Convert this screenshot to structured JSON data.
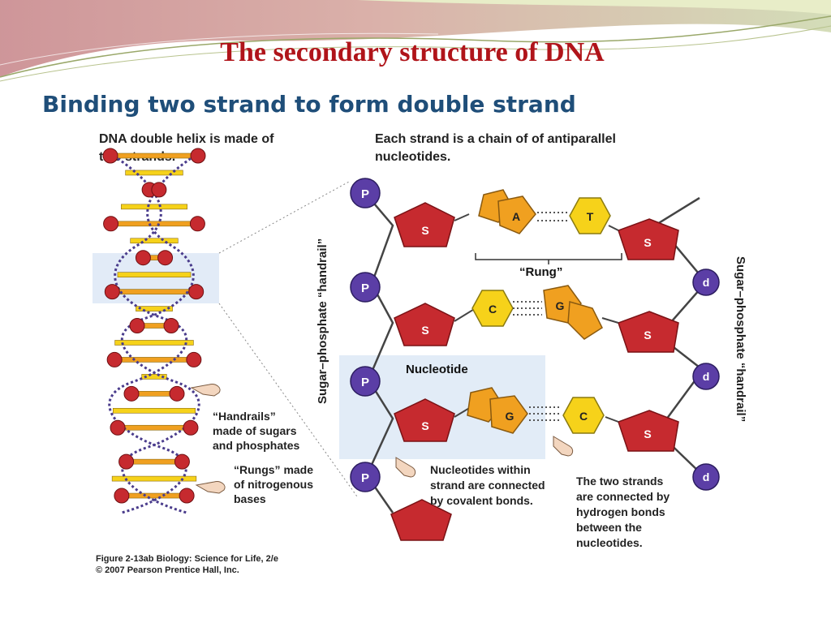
{
  "slide": {
    "title": "The secondary structure of DNA",
    "subtitle": "Binding two strand to form double strand"
  },
  "figure": {
    "left_heading": [
      "DNA double helix is made of",
      "two strands."
    ],
    "right_heading": [
      "Each strand is a chain of of antiparallel",
      "nucleotides."
    ],
    "side_label": "Sugar–phosphate “handrail”",
    "rung_label": "“Rung”",
    "nucleotide_label": "Nucleotide",
    "handrails_callout": [
      "“Handrails”",
      "made of sugars",
      "and phosphates"
    ],
    "rungs_callout": [
      "“Rungs” made",
      "of nitrogenous",
      "bases"
    ],
    "covalent_callout": [
      "Nucleotides within",
      "strand are connected",
      "by covalent bonds."
    ],
    "hydrogen_callout": [
      "The two strands",
      "are connected by",
      "hydrogen bonds",
      "between the",
      "nucleotides."
    ],
    "caption": [
      "Figure 2-13ab  Biology: Science for Life, 2/e",
      "© 2007 Pearson Prentice Hall, Inc."
    ],
    "phosphate_symbol": "P",
    "sugar_symbol": "S",
    "deoxy_symbol": "d",
    "base_pairs": [
      {
        "left": "A",
        "right": "T"
      },
      {
        "left": "C",
        "right": "G"
      },
      {
        "left": "G",
        "right": "C"
      }
    ]
  },
  "colors": {
    "title": "#b0141a",
    "subtitle": "#1f4e79",
    "phosphate": "#5b3ea6",
    "sugar": "#c62a2f",
    "base_yellow": "#f6d21a",
    "base_orange": "#f0a020"
  }
}
